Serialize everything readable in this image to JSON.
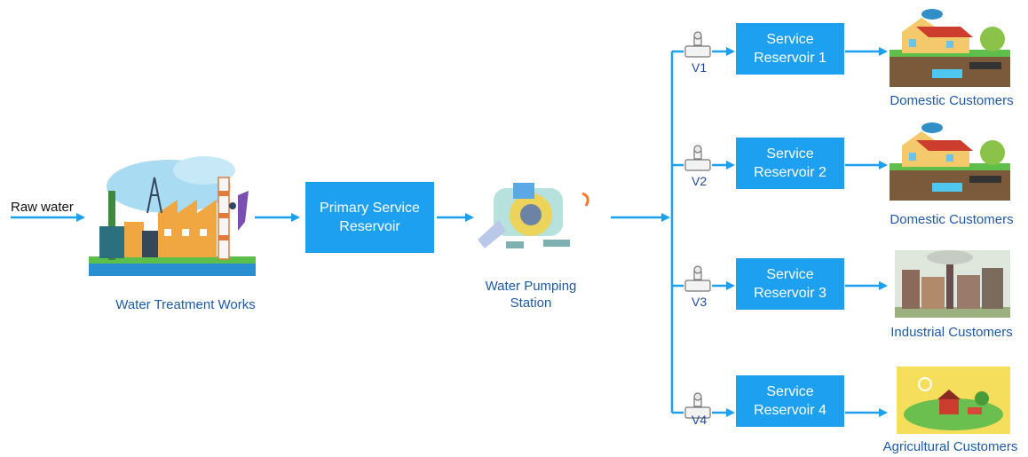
{
  "inputs": {
    "raw_water": "Raw water"
  },
  "nodes": {
    "treatment": "Water Treatment Works",
    "primary": "Primary Service Reservoir",
    "pumping": "Water Pumping Station"
  },
  "branches": [
    {
      "valve": "V1",
      "reservoir": "Service Reservoir 1",
      "customer": "Domestic Customers",
      "icon": "house-icon"
    },
    {
      "valve": "V2",
      "reservoir": "Service Reservoir 2",
      "customer": "Domestic Customers",
      "icon": "house-icon"
    },
    {
      "valve": "V3",
      "reservoir": "Service Reservoir 3",
      "customer": "Industrial Customers",
      "icon": "factory-icon"
    },
    {
      "valve": "V4",
      "reservoir": "Service Reservoir 4",
      "customer": "Agricultural Customers",
      "icon": "farm-icon"
    }
  ],
  "colors": {
    "flow": "#1ea0f0",
    "box": "#1ea0f0",
    "label": "#1f5aa6"
  }
}
